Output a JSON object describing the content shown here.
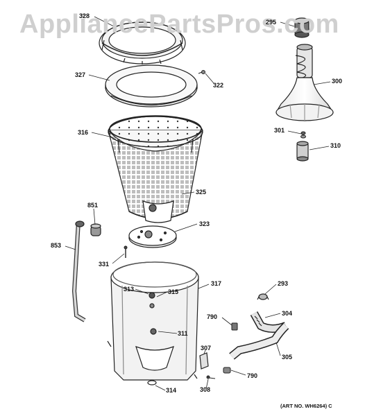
{
  "watermark": "AppliancePartsPros.com",
  "art_number": "(ART NO. WH6264) C",
  "callouts": {
    "p328": "328",
    "p295": "295",
    "p327": "327",
    "p322": "322",
    "p300": "300",
    "p301": "301",
    "p310": "310",
    "p316": "316",
    "p325": "325",
    "p851": "851",
    "p323": "323",
    "p853": "853",
    "p331": "331",
    "p313": "313",
    "p315": "315",
    "p317": "317",
    "p293": "293",
    "p790a": "790",
    "p304": "304",
    "p311": "311",
    "p307": "307",
    "p305": "305",
    "p790b": "790",
    "p314": "314",
    "p308": "308"
  }
}
